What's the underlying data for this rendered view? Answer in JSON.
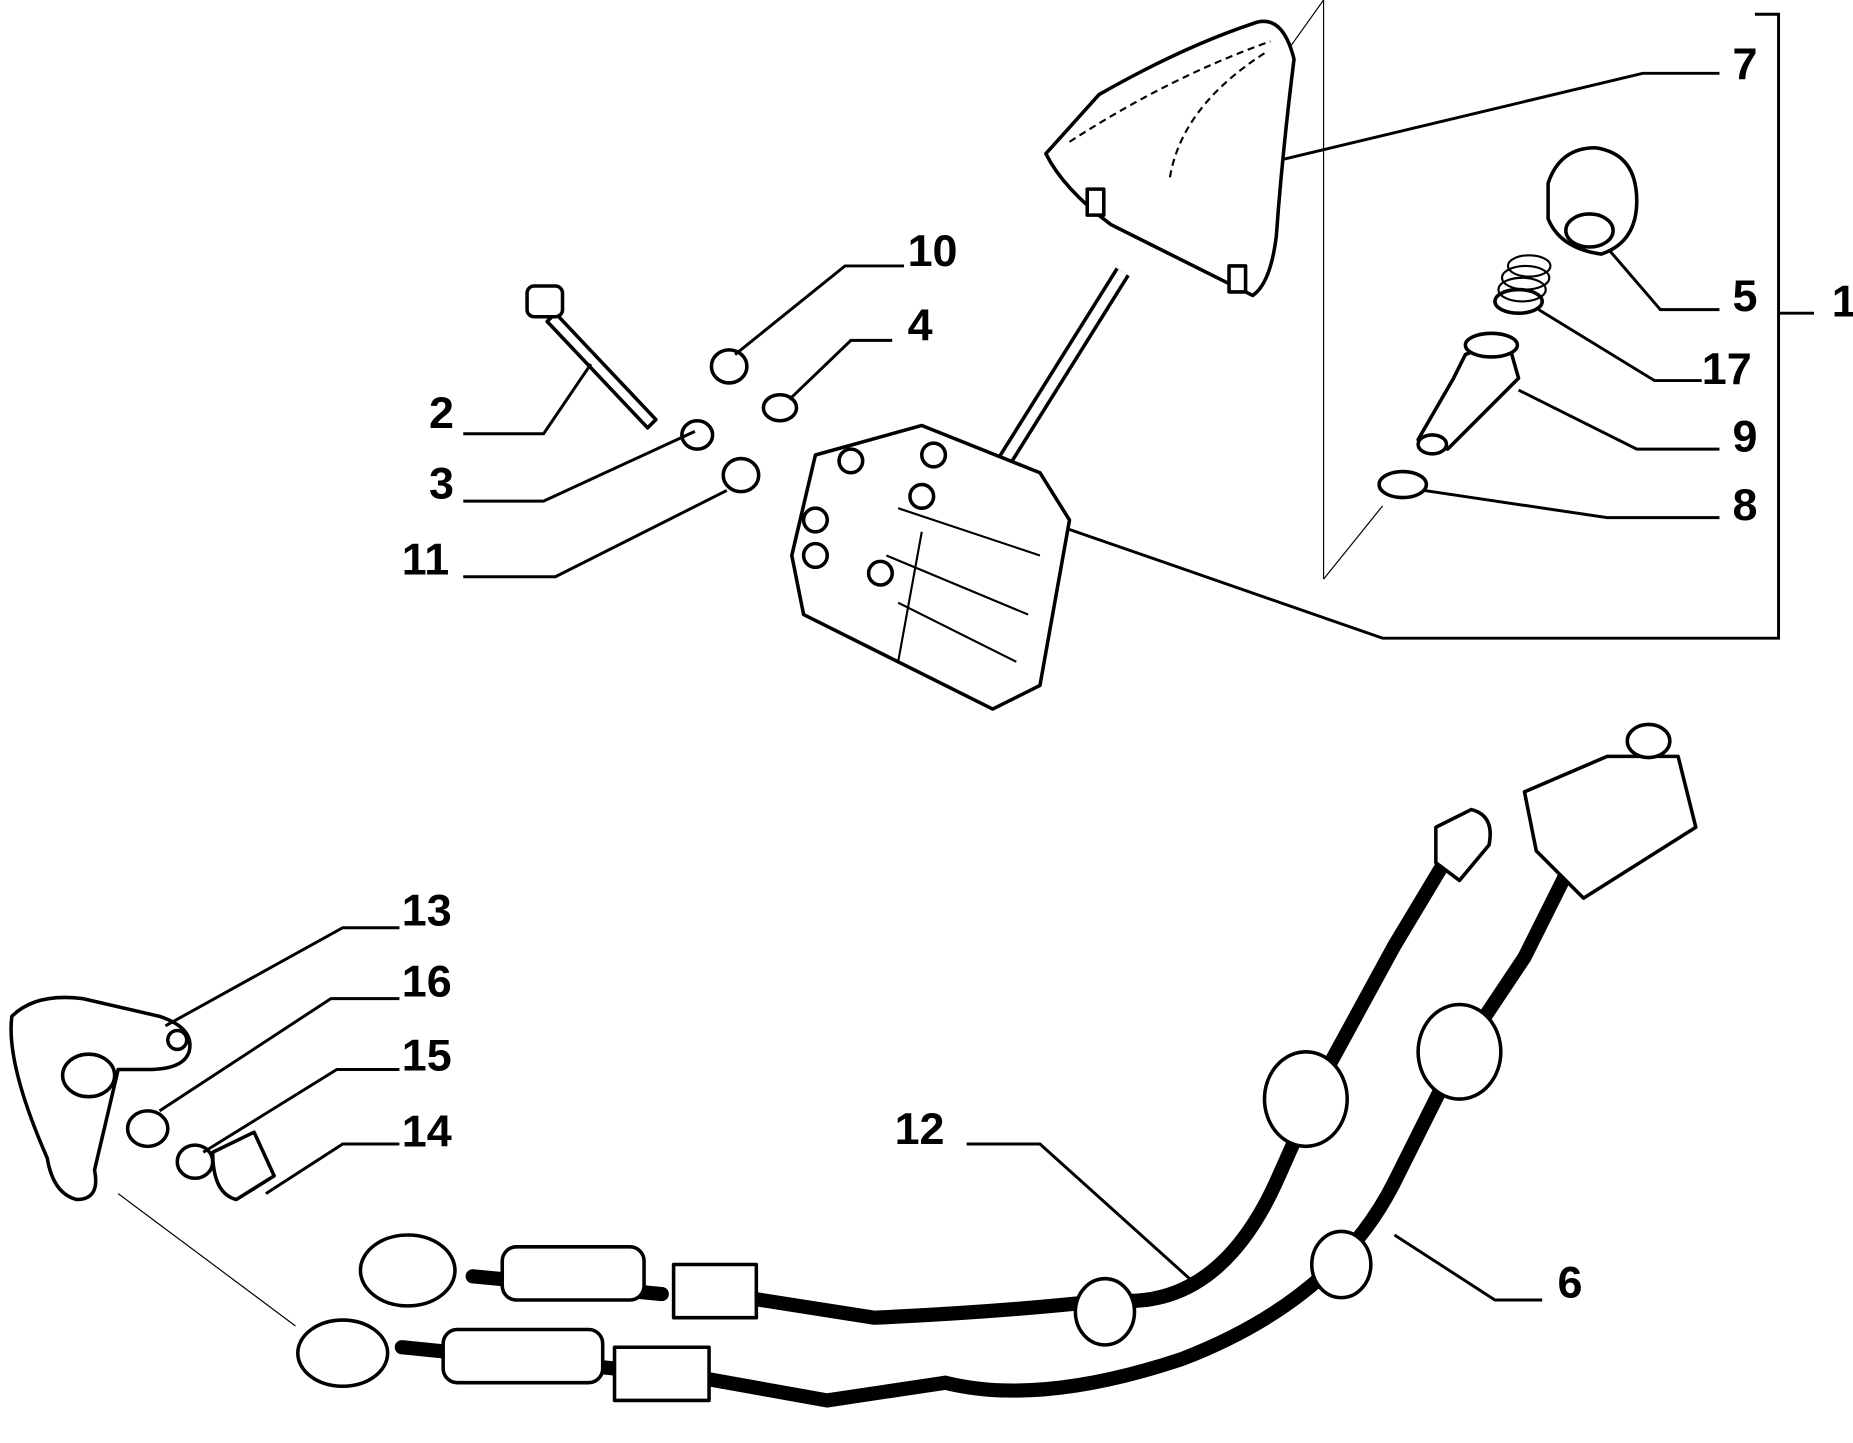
{
  "diagram": {
    "title": "Gear shift lever and cables exploded view",
    "callouts": [
      "1",
      "2",
      "3",
      "4",
      "5",
      "6",
      "7",
      "8",
      "9",
      "10",
      "11",
      "12",
      "13",
      "14",
      "15",
      "16",
      "17"
    ]
  }
}
